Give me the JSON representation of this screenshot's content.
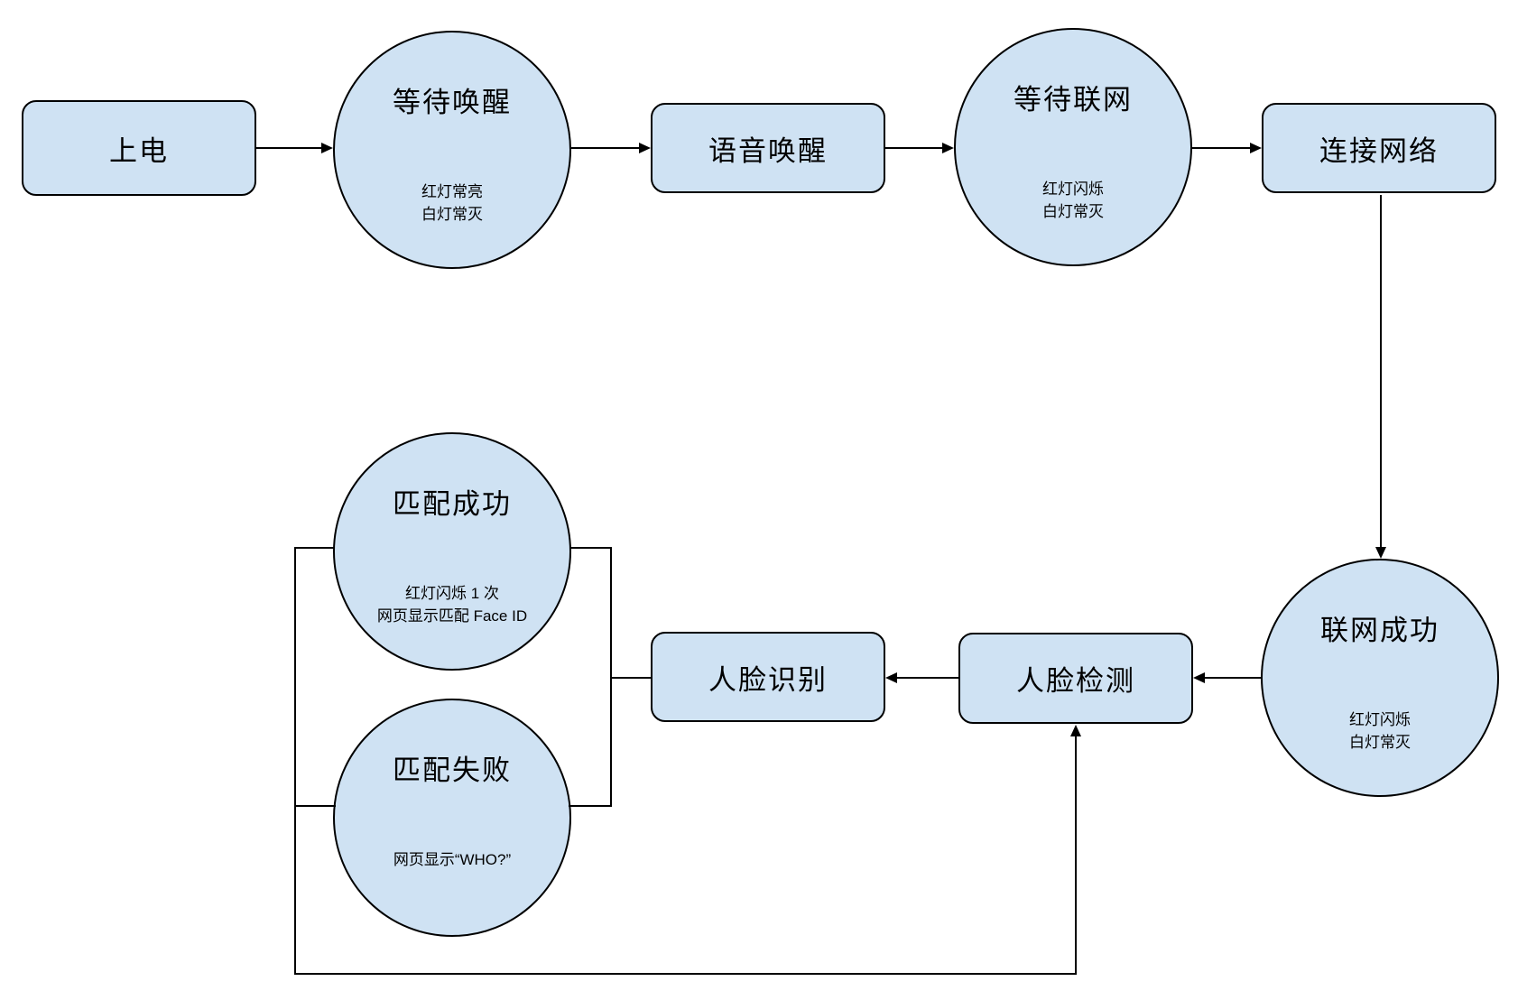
{
  "colors": {
    "node_fill": "#cfe2f3",
    "node_border": "#000000",
    "line": "#000000",
    "background": "#ffffff"
  },
  "nodes": {
    "power_on": {
      "type": "rect",
      "label": "上电"
    },
    "wait_wake": {
      "type": "circle",
      "label": "等待唤醒",
      "sub": "红灯常亮\n白灯常灭"
    },
    "voice_wake": {
      "type": "rect",
      "label": "语音唤醒"
    },
    "wait_network": {
      "type": "circle",
      "label": "等待联网",
      "sub": "红灯闪烁\n白灯常灭"
    },
    "connect_network": {
      "type": "rect",
      "label": "连接网络"
    },
    "network_success": {
      "type": "circle",
      "label": "联网成功",
      "sub": "红灯闪烁\n白灯常灭"
    },
    "face_detect": {
      "type": "rect",
      "label": "人脸检测"
    },
    "face_recognize": {
      "type": "rect",
      "label": "人脸识别"
    },
    "match_success": {
      "type": "circle",
      "label": "匹配成功",
      "sub": "红灯闪烁 1 次\n网页显示匹配 Face ID"
    },
    "match_fail": {
      "type": "circle",
      "label": "匹配失败",
      "sub": "网页显示“WHO?”"
    }
  },
  "edges": [
    {
      "from": "power_on",
      "to": "wait_wake",
      "arrow": true
    },
    {
      "from": "wait_wake",
      "to": "voice_wake",
      "arrow": true
    },
    {
      "from": "voice_wake",
      "to": "wait_network",
      "arrow": true
    },
    {
      "from": "wait_network",
      "to": "connect_network",
      "arrow": true
    },
    {
      "from": "connect_network",
      "to": "network_success",
      "arrow": true
    },
    {
      "from": "network_success",
      "to": "face_detect",
      "arrow": true
    },
    {
      "from": "face_detect",
      "to": "face_recognize",
      "arrow": true
    },
    {
      "from": "face_recognize",
      "to": "match_success",
      "arrow": false
    },
    {
      "from": "face_recognize",
      "to": "match_fail",
      "arrow": false
    },
    {
      "from": "match_success",
      "to": "face_detect",
      "arrow": true
    },
    {
      "from": "match_fail",
      "to": "face_detect",
      "arrow": true
    }
  ]
}
